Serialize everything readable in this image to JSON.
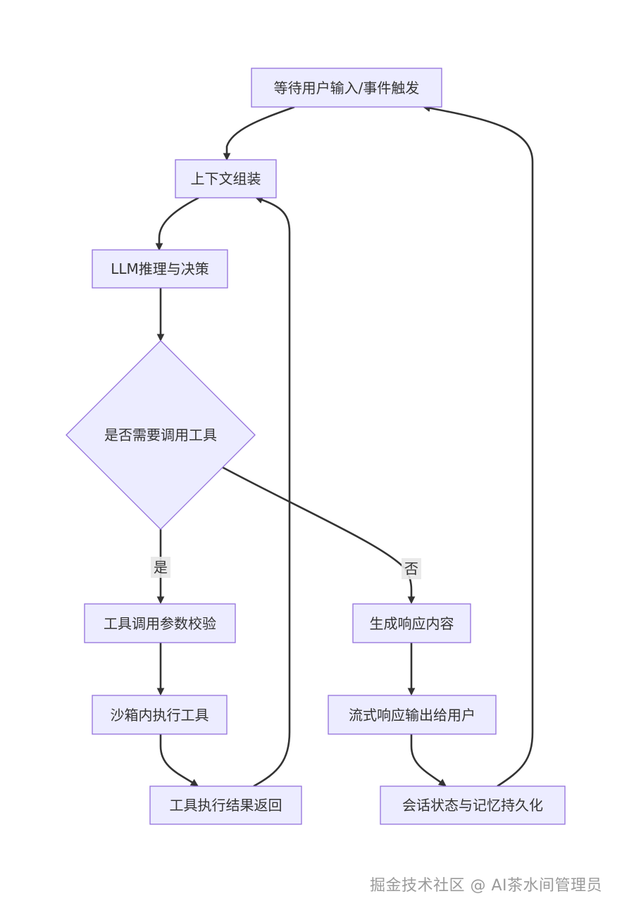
{
  "nodes": {
    "wait": "等待用户输入/事件触发",
    "context": "上下文组装",
    "llm": "LLM推理与决策",
    "decision": "是否需要调用工具",
    "validate": "工具调用参数校验",
    "sandbox": "沙箱内执行工具",
    "result": "工具执行结果返回",
    "generate": "生成响应内容",
    "stream": "流式响应输出给用户",
    "persist": "会话状态与记忆持久化"
  },
  "edge_labels": {
    "yes": "是",
    "no": "否"
  },
  "watermark": "掘金技术社区 @ AI茶水间管理员"
}
